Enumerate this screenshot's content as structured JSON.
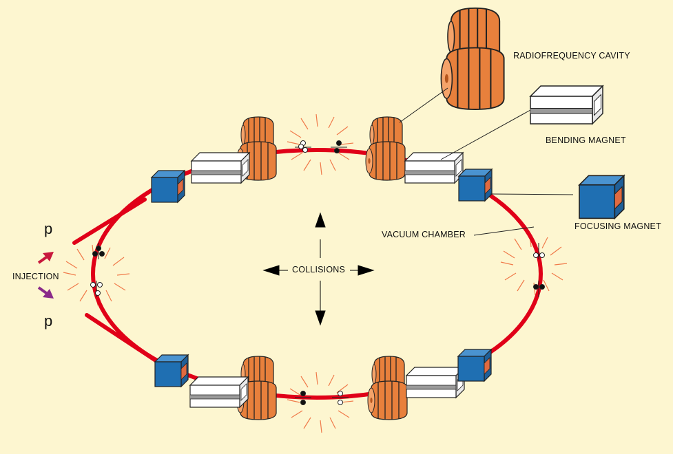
{
  "labels": {
    "rf_cavity": "RADIOFREQUENCY CAVITY",
    "bending_magnet": "BENDING MAGNET",
    "focusing_magnet": "FOCUSING MAGNET",
    "vacuum_chamber": "VACUUM CHAMBER",
    "collisions": "COLLISIONS",
    "injection": "INJECTION",
    "proton_top": "p",
    "proton_bottom": "p"
  },
  "colors": {
    "background": "#fdf6d0",
    "beam_pipe": "#e00018",
    "cavity": "#e8803c",
    "focusing_magnet": "#1f6fb2",
    "bending_magnet": "#ffffff",
    "burst": "#f07a4a",
    "injection_top_arrow": "#c8183c",
    "injection_bottom_arrow": "#8a2a8a"
  }
}
